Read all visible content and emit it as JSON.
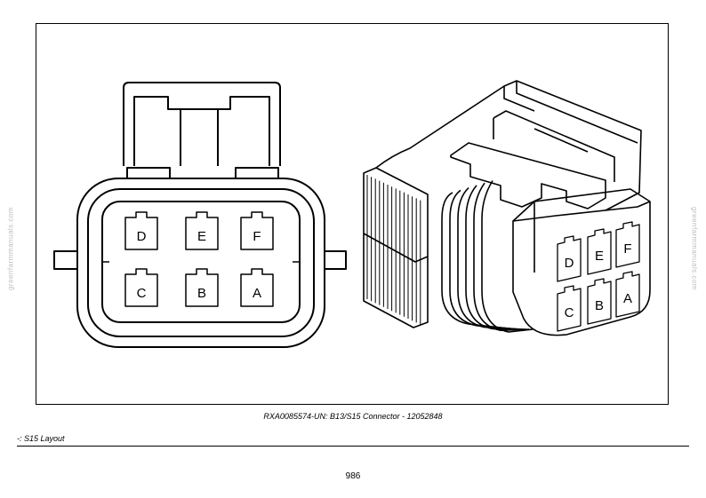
{
  "document": {
    "caption": "RXA0085574-UN: B13/S15 Connector - 12052848",
    "sub_label": "-: S15 Layout",
    "page_number": "986",
    "watermark": "greenfarmmanuals.com"
  },
  "front_view": {
    "pins": [
      {
        "label": "D"
      },
      {
        "label": "E"
      },
      {
        "label": "F"
      },
      {
        "label": "C"
      },
      {
        "label": "B"
      },
      {
        "label": "A"
      }
    ]
  },
  "iso_view": {
    "pins": [
      {
        "label": "D"
      },
      {
        "label": "E"
      },
      {
        "label": "F"
      },
      {
        "label": "C"
      },
      {
        "label": "B"
      },
      {
        "label": "A"
      }
    ]
  }
}
